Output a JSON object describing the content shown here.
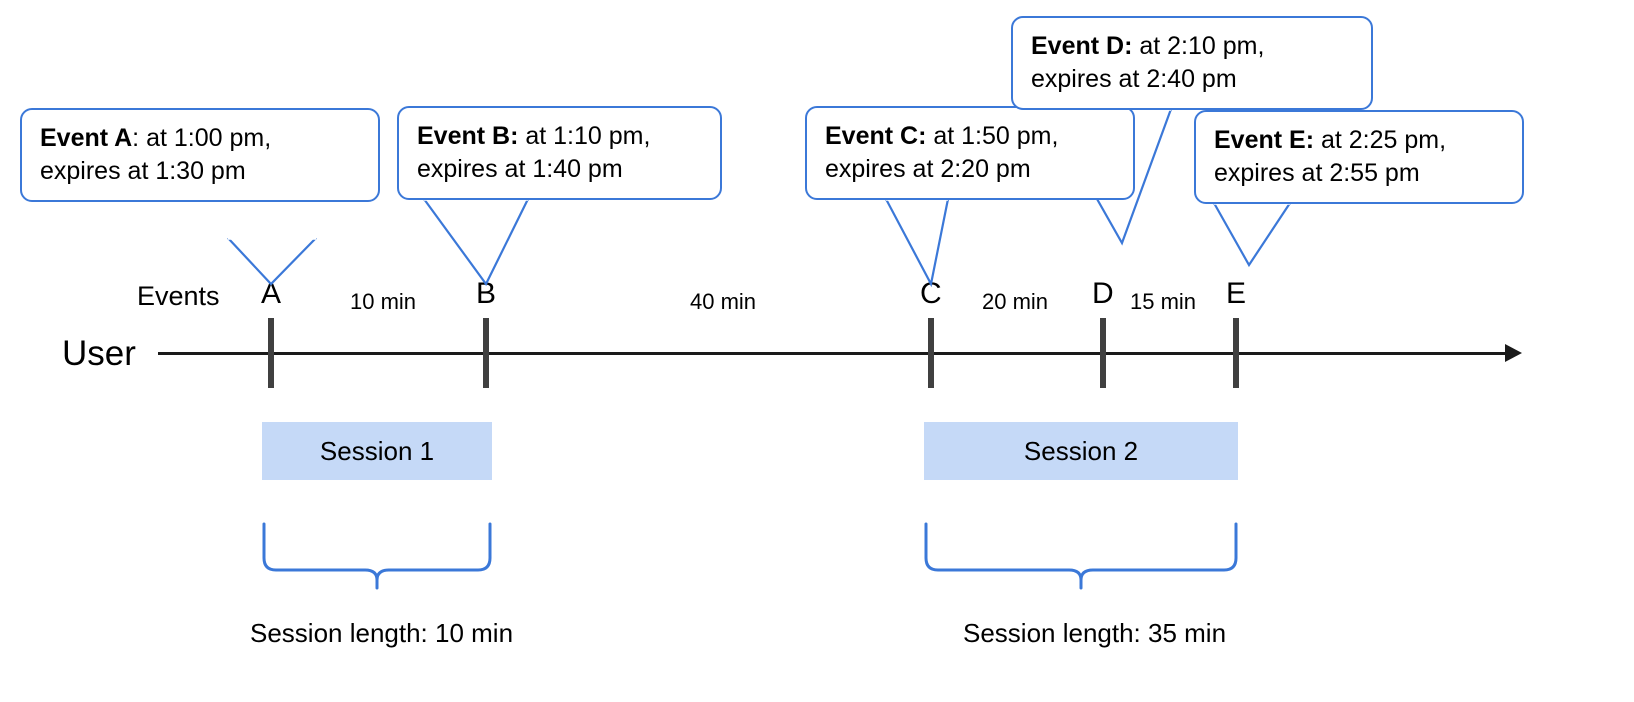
{
  "diagram": {
    "title_row": {
      "user_label": "User",
      "events_label": "Events"
    },
    "accent_color": "#3b78d8",
    "session_fill_color": "#c5d9f7",
    "axis_color": "#1a1a1a",
    "tick_color": "#404040"
  },
  "callouts": [
    {
      "id": "A",
      "strong": "Event A",
      "sep": ": ",
      "line1_rest": "at 1:00 pm,",
      "line2": "expires at 1:30 pm",
      "event_time": "1:00 pm",
      "expires_at": "1:30 pm"
    },
    {
      "id": "B",
      "strong": "Event B:",
      "sep": " ",
      "line1_rest": "at 1:10 pm,",
      "line2": "expires at 1:40 pm",
      "event_time": "1:10 pm",
      "expires_at": "1:40 pm"
    },
    {
      "id": "C",
      "strong": "Event C:",
      "sep": " ",
      "line1_rest": "at 1:50 pm,",
      "line2": "expires at 2:20 pm",
      "event_time": "1:50 pm",
      "expires_at": "2:20 pm"
    },
    {
      "id": "D",
      "strong": "Event D:",
      "sep": " ",
      "line1_rest": "at 2:10 pm,",
      "line2": "expires at 2:40 pm",
      "event_time": "2:10 pm",
      "expires_at": "2:40 pm"
    },
    {
      "id": "E",
      "strong": "Event E:",
      "sep": " ",
      "line1_rest": "at 2:25 pm,",
      "line2": "expires at 2:55 pm",
      "event_time": "2:25 pm",
      "expires_at": "2:55 pm"
    }
  ],
  "timeline": {
    "markers": [
      {
        "label": "A"
      },
      {
        "label": "B"
      },
      {
        "label": "C"
      },
      {
        "label": "D"
      },
      {
        "label": "E"
      }
    ],
    "gaps": [
      {
        "label": "10 min",
        "between": "A-B"
      },
      {
        "label": "40 min",
        "between": "B-C"
      },
      {
        "label": "20 min",
        "between": "C-D"
      },
      {
        "label": "15 min",
        "between": "D-E"
      }
    ]
  },
  "sessions": [
    {
      "name": "Session 1",
      "length_label": "Session length: 10 min",
      "length_minutes": 10
    },
    {
      "name": "Session 2",
      "length_label": "Session length: 35 min",
      "length_minutes": 35
    }
  ]
}
